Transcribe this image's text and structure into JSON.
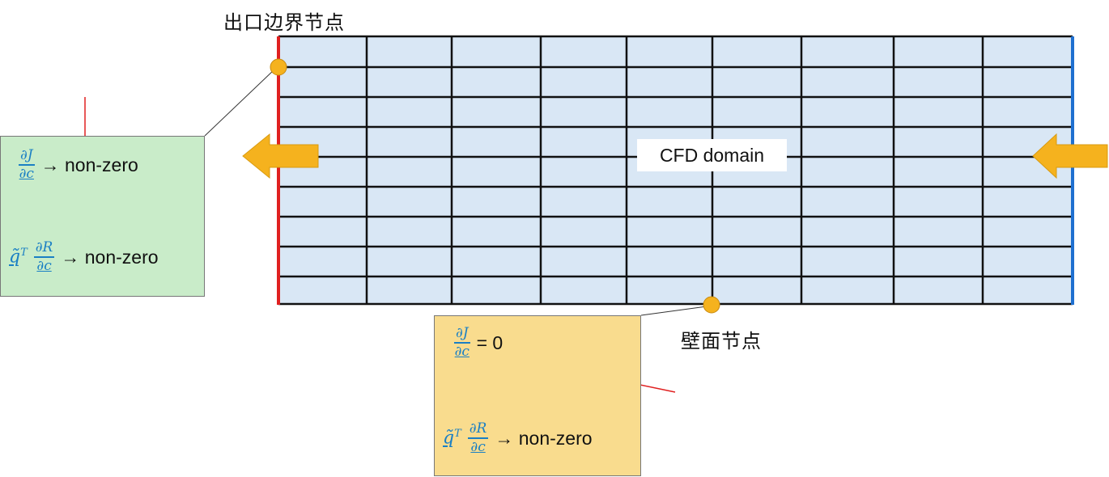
{
  "title_outlet": "出口边界节点",
  "title_wall": "壁面节点",
  "domain_label": "CFD domain",
  "colors": {
    "grid_fill": "#d9e7f5",
    "grid_line": "#111111",
    "outlet_edge": "#e02020",
    "inlet_edge": "#1e6fd0",
    "node": "#f5b21e",
    "arrow": "#f5b21e",
    "green_box": "#c9ecc9",
    "yellow_box": "#f9dc8e",
    "math": "#1a7fc4",
    "pointer": "#e02020"
  },
  "grid": {
    "columns": 9,
    "rows": 9
  },
  "outlet_box": {
    "eq1": {
      "num": "∂J",
      "den": "∂c",
      "rel": "→ non-zero"
    },
    "eq2": {
      "q": "q̃",
      "sup": "T",
      "num": "∂R",
      "den": "∂c",
      "rel": "→ non-zero"
    }
  },
  "wall_box": {
    "eq1": {
      "num": "∂J",
      "den": "∂c",
      "rel": "= 0"
    },
    "eq2": {
      "q": "q̃",
      "sup": "T",
      "num": "∂R",
      "den": "∂c",
      "rel": "→ non-zero"
    }
  }
}
